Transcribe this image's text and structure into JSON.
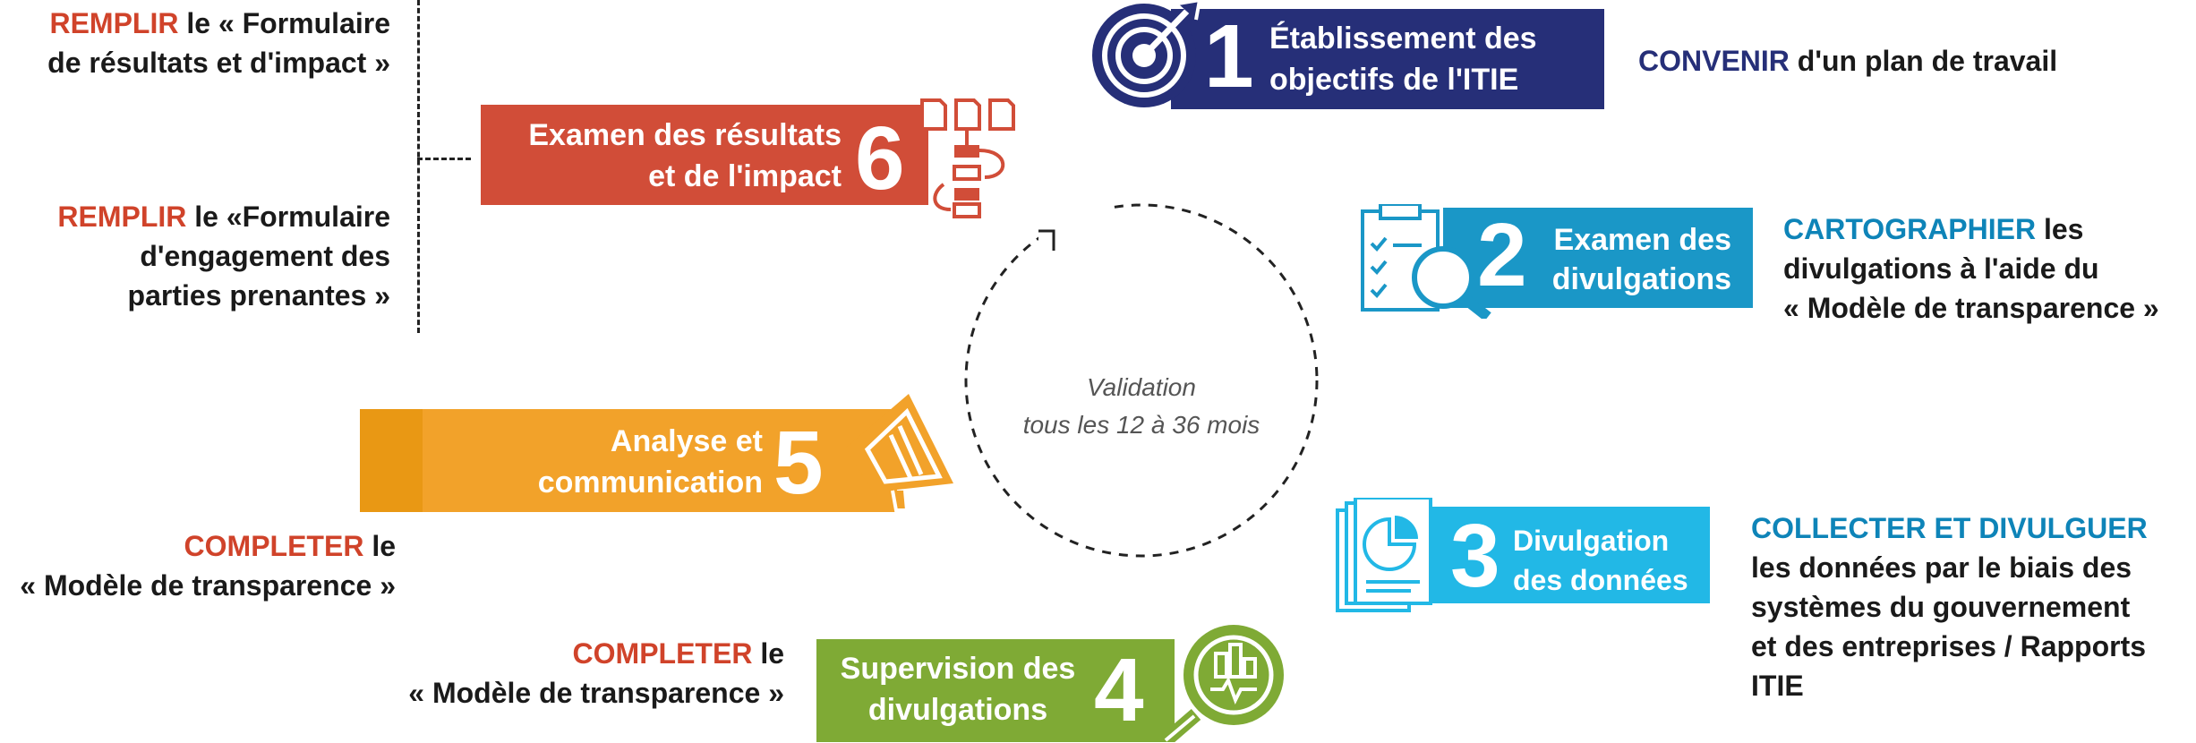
{
  "center": {
    "line1": "Validation",
    "line2": "tous les 12 à 36 mois"
  },
  "step1": {
    "number": "1",
    "title_line1": "Établissement des",
    "title_line2": "objectifs de l'ITIE",
    "action_keyword": "CONVENIR",
    "action_text": " d'un plan de travail",
    "color": "#262f78"
  },
  "step2": {
    "number": "2",
    "title_line1": "Examen des",
    "title_line2": "divulgations",
    "action_keyword": "CARTOGRAPHIER",
    "action_rest1": " les",
    "action_line2": "divulgations à l'aide du",
    "action_line3": "« Modèle de transparence »",
    "color": "#1a97c7"
  },
  "step3": {
    "number": "3",
    "title_line1": "Divulgation",
    "title_line2": "des données",
    "action_keyword": "COLLECTER ET DIVULGUER",
    "action_line2": "les données par le biais des",
    "action_line3": "systèmes du gouvernement",
    "action_line4": "et des entreprises / Rapports",
    "action_line5": "ITIE",
    "color": "#22b8e6"
  },
  "step4": {
    "number": "4",
    "title_line1": "Supervision des",
    "title_line2": "divulgations",
    "action_keyword": "COMPLETER",
    "action_rest1": " le",
    "action_line2": "« Modèle de transparence »",
    "color": "#7faa35"
  },
  "step5": {
    "number": "5",
    "title_line1": "Analyse et",
    "title_line2": "communication",
    "action_keyword": "COMPLETER",
    "action_rest1": " le",
    "action_line2": "« Modèle de transparence »",
    "color": "#f2a22a"
  },
  "step6": {
    "number": "6",
    "title_line1": "Examen des résultats",
    "title_line2": "et de l'impact",
    "action_a_keyword": "REMPLIR",
    "action_a_rest1": " le « Formulaire",
    "action_a_line2": "de résultats et d'impact »",
    "action_b_keyword": "REMPLIR",
    "action_b_rest1": " le «Formulaire",
    "action_b_line2": "d'engagement des",
    "action_b_line3": "parties prenantes »",
    "color": "#d14d38"
  },
  "colors": {
    "keyword_red": "#d0432a",
    "keyword_blue": "#0e84b8",
    "keyword_navy": "#262f78"
  },
  "icons": [
    "target-icon",
    "document-search-icon",
    "report-chart-icon",
    "magnifier-chart-icon",
    "megaphone-icon",
    "documents-flow-icon"
  ]
}
